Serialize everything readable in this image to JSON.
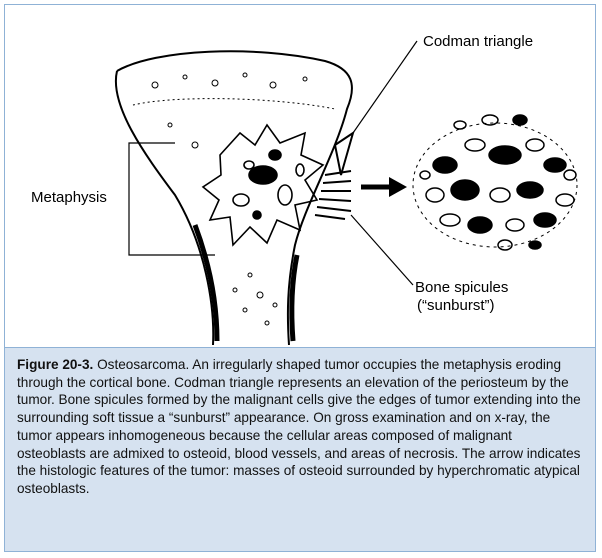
{
  "labels": {
    "codman": "Codman triangle",
    "metaphysis": "Metaphysis",
    "spicules_line1": "Bone spicules",
    "spicules_line2": "(“sunburst”)"
  },
  "caption": {
    "figure_label": "Figure 20-3.",
    "text": " Osteosarcoma. An irregularly shaped tumor occupies the metaphysis eroding through the cortical bone. Codman triangle represents an elevation of the periosteum by the tumor. Bone spicules formed by the malignant cells give the edges of tumor extending into the surrounding soft tissue a “sunburst” appearance. On gross examination and on x-ray, the tumor appears inhomogeneous because the cellular areas composed of malignant osteoblasts are admixed to osteoid, blood vessels, and areas of necrosis. The arrow indicates the histologic features of the tumor: masses of osteoid surrounded by hyperchromatic atypical osteoblasts."
  },
  "colors": {
    "frame_border": "#8fb2d6",
    "caption_bg": "#d6e2f0"
  }
}
